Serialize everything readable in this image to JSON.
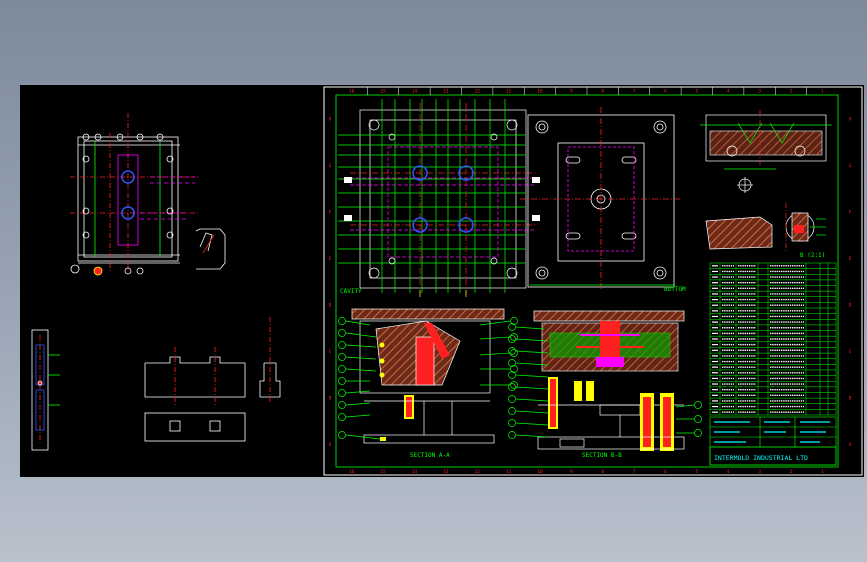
{
  "viewer": {
    "background_color": "#8b97a8",
    "canvas_color": "#000000"
  },
  "sheet": {
    "frame_color": "#ffffff",
    "border_color": "#00ff00",
    "zone_numbers_top": [
      "16",
      "15",
      "14",
      "13",
      "12",
      "11",
      "10",
      "9",
      "8",
      "7",
      "6",
      "5",
      "4",
      "3",
      "2",
      "1"
    ],
    "zone_letters_side": [
      "H",
      "G",
      "F",
      "E",
      "D",
      "C",
      "B",
      "A"
    ],
    "view_labels": {
      "cavity": "CAVITY",
      "bottom": "BOTTOM",
      "detail_scale": "B (2:1)",
      "section_a": "SECTION A-A",
      "section_b": "SECTION B-B"
    },
    "company_name": "INTERMOLD INDUSTRIAL LTD"
  },
  "colors": {
    "green": "#00ff00",
    "magenta": "#ff00ff",
    "blue": "#3355ff",
    "red": "#ff2020",
    "yellow": "#ffff00",
    "cyan": "#00ffff",
    "white": "#ffffff",
    "hatch": "#b24a2a"
  },
  "icons": {
    "balloon": "circle-callout-icon",
    "screw": "socket-screw-icon",
    "section_arrow": "section-arrow-icon"
  }
}
